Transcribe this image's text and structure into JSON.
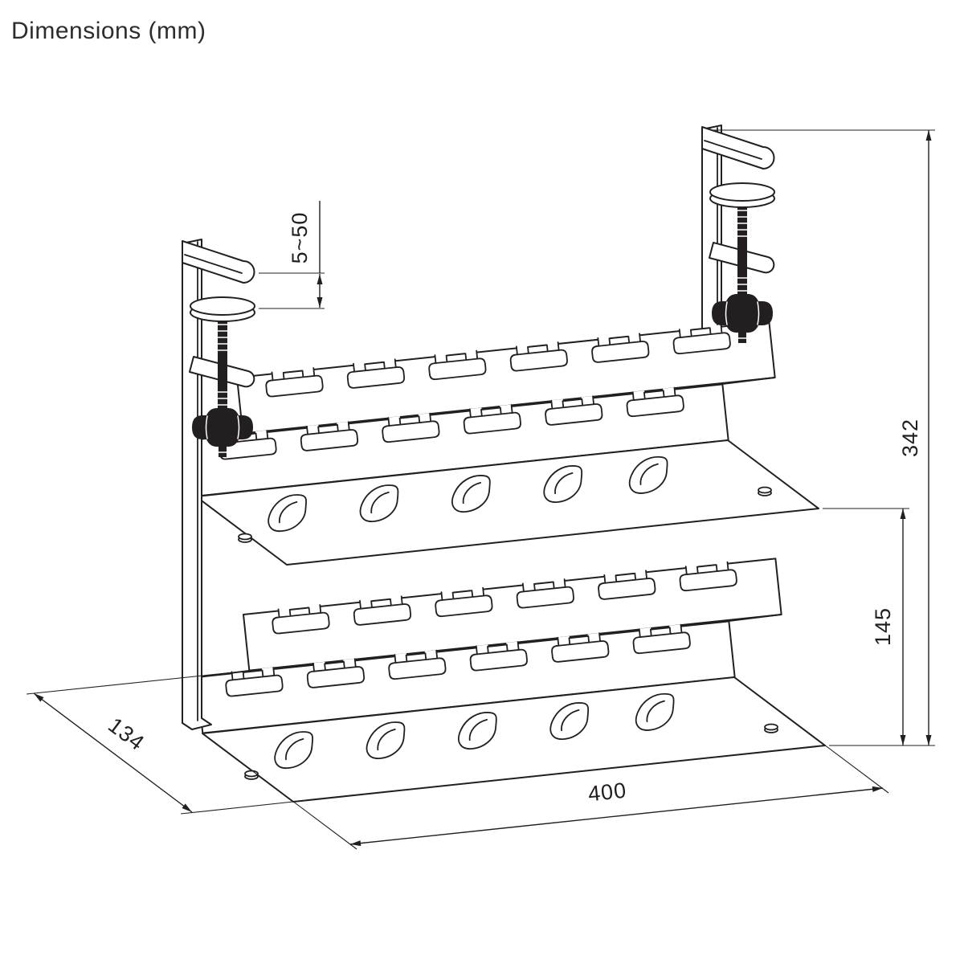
{
  "title": "Dimensions (mm)",
  "drawing": {
    "description": "Isometric line drawing of a dual-tier under-desk cable management tray hung on two desk clamps",
    "line_color": "#231f20",
    "background_color": "#ffffff",
    "dimensions": {
      "clamp_range": "5~50",
      "overall_height": "342",
      "tier_height": "145",
      "length": "400",
      "depth": "134"
    }
  }
}
